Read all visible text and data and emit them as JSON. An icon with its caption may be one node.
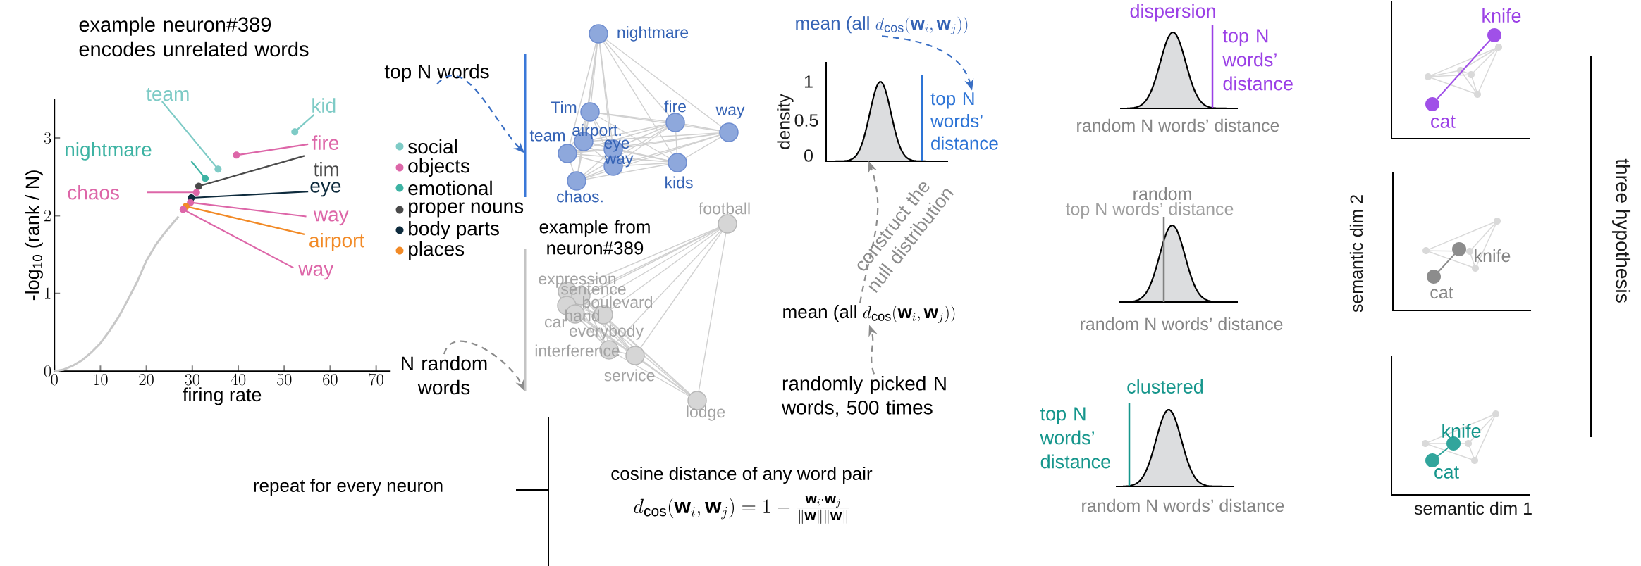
{
  "diagram": {
    "nodes": [
      {
        "text": [
          "top N words"
        ]
      },
      {
        "text": [],
        "shape": "picture"
      },
      {
        "text": [
          "N random words"
        ]
      },
      {
        "text": [],
        "shape": "picture"
      },
      {
        "text": [
          "mean (all",
          "d_{\\cos}(\\mathbf{w}_i,\\mathbf{w}_j))"
        ]
      },
      {
        "text": [
          "top N words’ distance"
        ]
      },
      {
        "text": [],
        "shape": "picture"
      },
      {
        "text": [
          "mean (all",
          "d_{\\cos}(\\mathbf{w}_i,\\mathbf{w}_j))"
        ]
      },
      {
        "text": [
          "randomly picked N words, 500 times"
        ]
      }
    ],
    "edges": [
      {
        "from": 0,
        "to": 1,
        "arrow": "to",
        "style": "dashed",
        "color": "#3a6fc4"
      },
      {
        "from": 2,
        "to": 3,
        "arrow": "to",
        "style": "dashed"
      },
      {
        "from": 4,
        "to": 5,
        "arrow": "to",
        "style": "dashed",
        "color": "#3a6fc4"
      },
      {
        "from": 8,
        "to": 7,
        "arrow": "to",
        "style": "dashed"
      },
      {
        "from": 7,
        "to": 6,
        "arrow": "to",
        "style": "dashed",
        "label": "construct the null distribution"
      }
    ],
    "labels": [
      "example neuron#389 encodes unrelated words",
      "nightmare",
      "Tim",
      "fire",
      "way",
      "team",
      "airport.",
      "eye",
      "way",
      "kids",
      "chaos.",
      "example from neuron#389",
      "football",
      "expression",
      "sentence",
      "boulevard",
      "hand",
      "car",
      "everybody",
      "interference",
      "service",
      "lodge",
      "density",
      "1",
      "0.5",
      "0",
      "repeat for every neuron",
      "cosine distance of any word pair",
      "d_{\\cos}(\\mathbf{w}_i,\\mathbf{w}_j)=1-\\frac{\\mathbf{w}_i\\cdot\\mathbf{w}_j}{\\|\\mathbf{w}\\|\\|\\mathbf{w}\\|}",
      "dispersion",
      "top N words’ distance",
      "random N words’ distance",
      "random",
      "top N words’ distance",
      "random N words’ distance",
      "clustered",
      "top N words’ distance",
      "random N words’ distance",
      "knife",
      "cat",
      "knife",
      "cat",
      "knife",
      "cat",
      "semantic dim 2",
      "three hypothesis",
      "semantic dim 1"
    ],
    "legend": [
      {
        "text": "social",
        "color": "#7ecbc6"
      },
      {
        "text": "objects",
        "color": "#dd66a8"
      },
      {
        "text": "emotional",
        "color": "#3db3a3"
      },
      {
        "text": "proper nouns",
        "color": "#4a4a4a"
      },
      {
        "text": "body parts",
        "color": "#0e2b3d"
      },
      {
        "text": "places",
        "color": "#f28a26"
      }
    ],
    "chart_data": {
      "type": "line",
      "xlabel": "firing rate",
      "ylabel": "-log$_{10}$ (rank / N)",
      "x": [
        0,
        2,
        4,
        6,
        8,
        10,
        12,
        14,
        16,
        18,
        20,
        22,
        24,
        26,
        27
      ],
      "series": [
        {
          "color": "#c8c8c8",
          "values": [
            0,
            0.02,
            0.07,
            0.14,
            0.24,
            0.36,
            0.52,
            0.7,
            0.92,
            1.15,
            1.42,
            1.62,
            1.78,
            1.92,
            1.99
          ]
        }
      ],
      "xlim": [
        0,
        73
      ],
      "ylim": [
        0,
        3.5
      ],
      "xticks": [
        0,
        10,
        20,
        30,
        40,
        50,
        60,
        70
      ],
      "yticks": [
        0,
        1,
        2,
        3
      ],
      "annotations": [
        "team",
        "kid",
        "nightmare",
        "fire",
        "tim",
        "chaos",
        "eye",
        "way",
        "airport",
        "way"
      ]
    }
  }
}
